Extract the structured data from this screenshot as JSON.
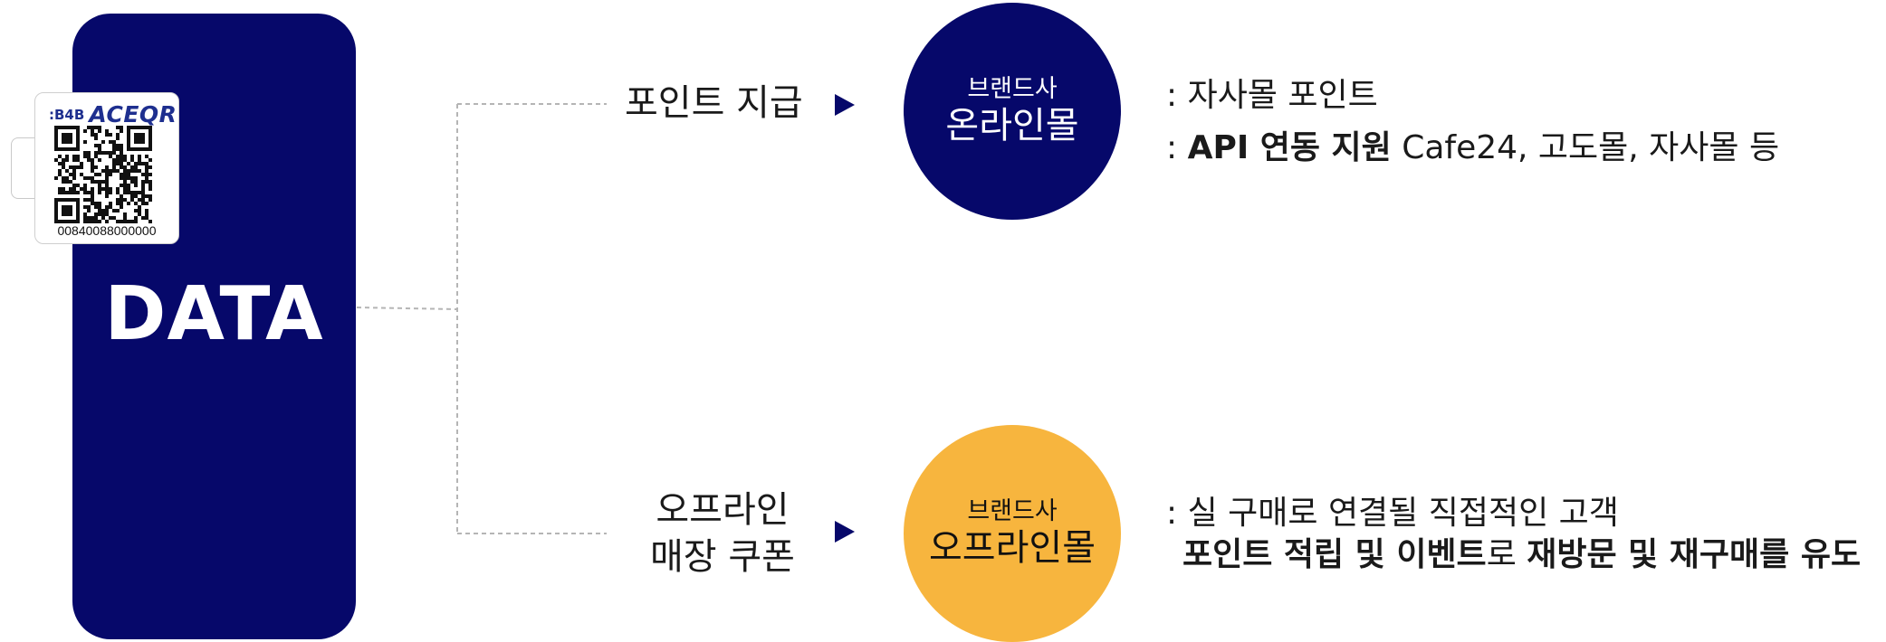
{
  "left_panel": {
    "title": "DATA",
    "tag": {
      "brand_prefix": ":B4B",
      "brand_name": "ACEQR",
      "code": "00840088000000"
    }
  },
  "flows": [
    {
      "label_lines": [
        "포인트 지급"
      ],
      "circle_sub": "브랜드사",
      "circle_main": "온라인몰",
      "desc_line1": [
        {
          "text": ": 자사몰 포인트",
          "bold": false
        }
      ],
      "desc_line2": [
        {
          "text": ": ",
          "bold": false
        },
        {
          "text": "API 연동 지원",
          "bold": true
        },
        {
          "text": " Cafe24, 고도몰, 자사몰 등",
          "bold": false
        }
      ]
    },
    {
      "label_lines": [
        "오프라인",
        "매장 쿠폰"
      ],
      "circle_sub": "브랜드사",
      "circle_main": "오프라인몰",
      "desc_line1": [
        {
          "text": ": 실 구매로 연결될 직접적인 고객",
          "bold": false
        }
      ],
      "desc_line2": [
        {
          "text": "포인트 적립 및 이벤트",
          "bold": true
        },
        {
          "text": "로 ",
          "bold": false
        },
        {
          "text": "재방문 및 재구매를 유도",
          "bold": true
        }
      ]
    }
  ],
  "colors": {
    "navy": "#06086a",
    "orange": "#f7b53e",
    "connector": "#b5b5b5",
    "arrow": "#06086a"
  }
}
